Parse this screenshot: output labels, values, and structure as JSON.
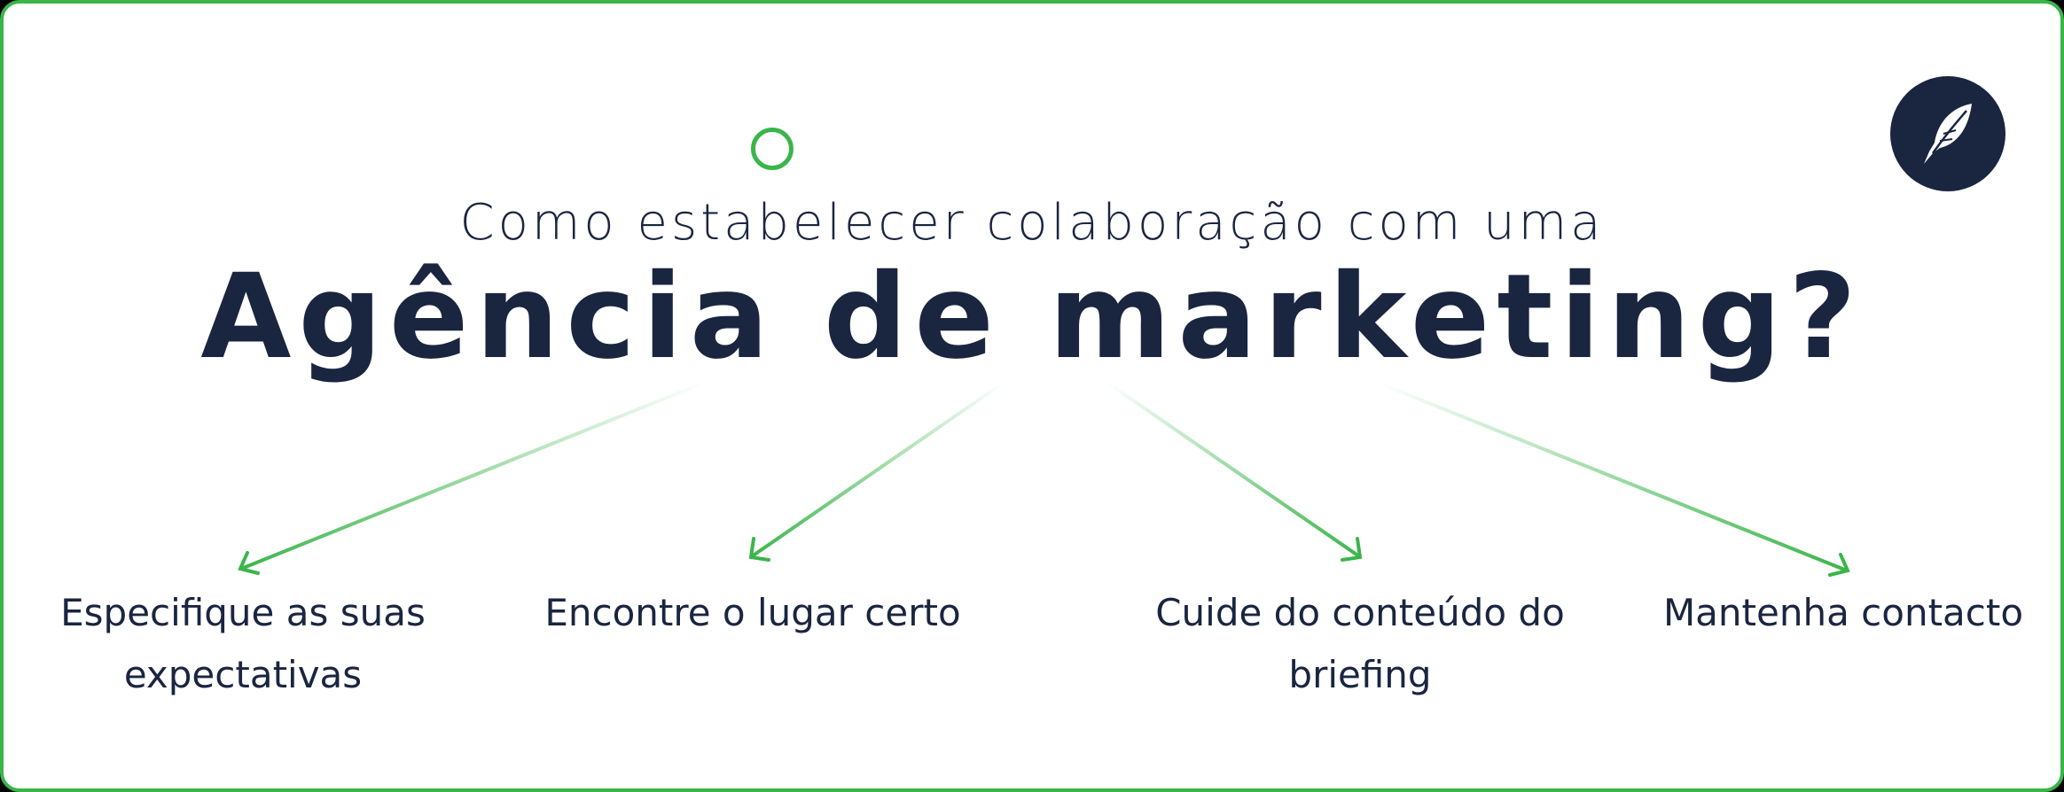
{
  "header": {
    "subtitle": "Como estabelecer colaboração com uma",
    "title": "Agência de marketing?"
  },
  "decorations": {
    "ring": "circle-outline",
    "logo_icon": "feather-quill-icon"
  },
  "colors": {
    "accent": "#3ab54a",
    "text": "#1a2540",
    "logo_bg": "#1a2540",
    "background": "#ffffff"
  },
  "steps": [
    {
      "label": "Especifique as suas expectativas"
    },
    {
      "label": "Encontre o lugar certo"
    },
    {
      "label": "Cuide do conteúdo do briefing"
    },
    {
      "label": "Mantenha contacto"
    }
  ]
}
